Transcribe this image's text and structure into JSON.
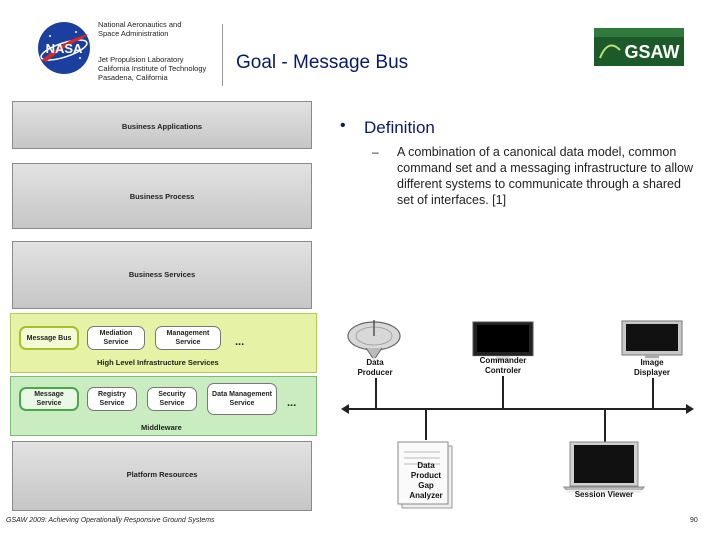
{
  "header": {
    "org_lines": [
      "National Aeronautics and",
      "Space Administration"
    ],
    "lab_lines": [
      "Jet Propulsion Laboratory",
      "California Institute of Technology",
      "Pasadena, California"
    ],
    "title": "Goal - Message Bus",
    "logo_text": "GSAW",
    "nasa_logo_text": "NASA"
  },
  "diagram": {
    "layers": [
      "Business Applications",
      "Business Process",
      "Business Services",
      "Platform Resources"
    ],
    "hli": {
      "items": [
        "Message Bus",
        "Mediation Service",
        "Management Service"
      ],
      "label": "High Level Infrastructure Services"
    },
    "middleware": {
      "items": [
        "Message Service",
        "Registry Service",
        "Security Service",
        "Data Management Service"
      ],
      "label": "Middleware"
    },
    "ellipsis": "..."
  },
  "content": {
    "bullet": "Definition",
    "dash": "–",
    "sub_bullet": "A combination of a canonical data model, common command set and a messaging infrastructure to allow different systems to communicate through a shared set of interfaces. [1]"
  },
  "nodes": {
    "data_producer": "Data Producer",
    "commander": "Commander Controler",
    "image_displayer": "Image Displayer",
    "gap_analyzer": "Data Product Gap Analyzer",
    "session_viewer": "Session Viewer"
  },
  "footer": {
    "text": "GSAW 2009: Achieving Operationally Responsive Ground Systems",
    "page": "90"
  }
}
